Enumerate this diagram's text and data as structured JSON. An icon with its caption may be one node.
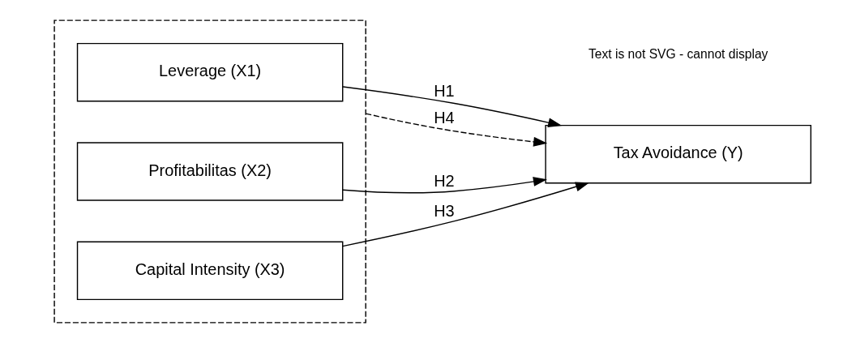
{
  "diagram": {
    "nodes": [
      {
        "text": [],
        "shape": "box"
      },
      {
        "text": [
          "Leverage (X1)"
        ],
        "in": 0
      },
      {
        "text": [
          "Profitabilitas (X2)"
        ],
        "in": 0
      },
      {
        "text": [
          "Capital Intensity (X3)"
        ],
        "in": 0
      },
      {
        "text": [
          "Tax Avoidance (Y)"
        ]
      }
    ],
    "edges": [
      {
        "from": 1,
        "to": 4,
        "arrow": "to",
        "label": "H1"
      },
      {
        "from": 2,
        "to": 4,
        "arrow": "to",
        "label": "H2"
      },
      {
        "from": 3,
        "to": 4,
        "arrow": "to",
        "label": "H3"
      },
      {
        "from": 0,
        "to": 4,
        "arrow": "to",
        "label": "H4",
        "style": "dashed"
      }
    ],
    "labels": [
      "Text is not SVG - cannot display"
    ]
  }
}
